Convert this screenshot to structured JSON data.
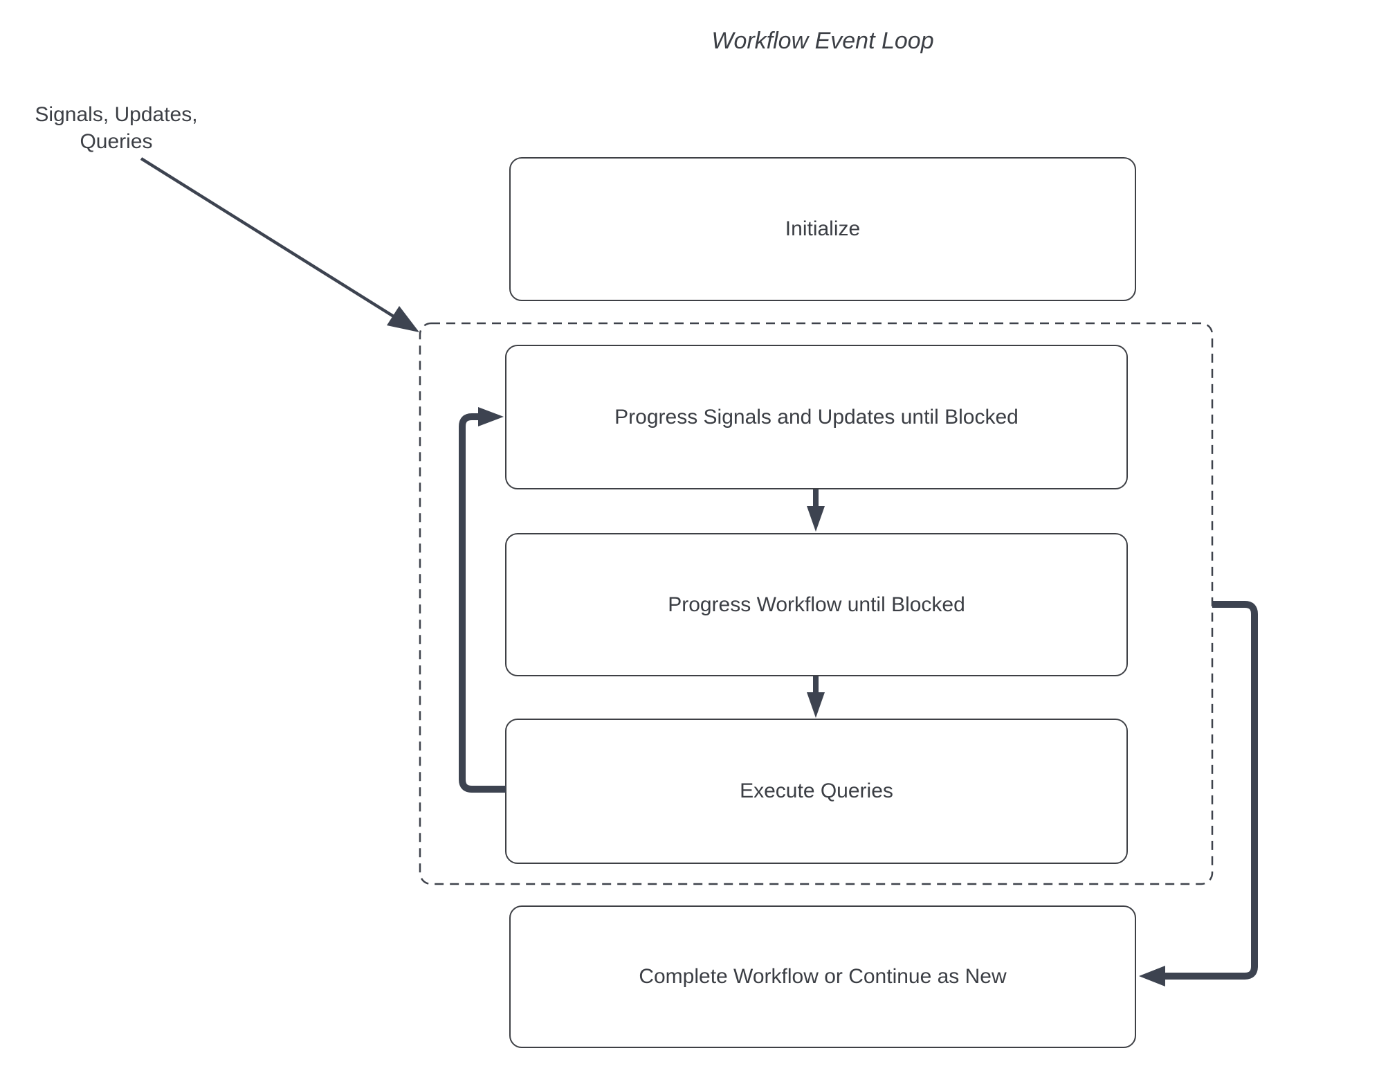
{
  "diagram": {
    "title": "Workflow Event Loop",
    "annotation": {
      "line1": "Signals, Updates,",
      "line2": "Queries"
    },
    "nodes": {
      "initialize": "Initialize",
      "progress_signals": "Progress Signals and Updates until Blocked",
      "progress_workflow": "Progress Workflow until Blocked",
      "execute_queries": "Execute Queries",
      "complete": "Complete Workflow or Continue as New"
    },
    "colors": {
      "background": "#ffffff",
      "connector": "#3d4350",
      "node_border": "#3e4045",
      "dashed_border": "#3e424b",
      "text": "#3b3e44"
    }
  }
}
